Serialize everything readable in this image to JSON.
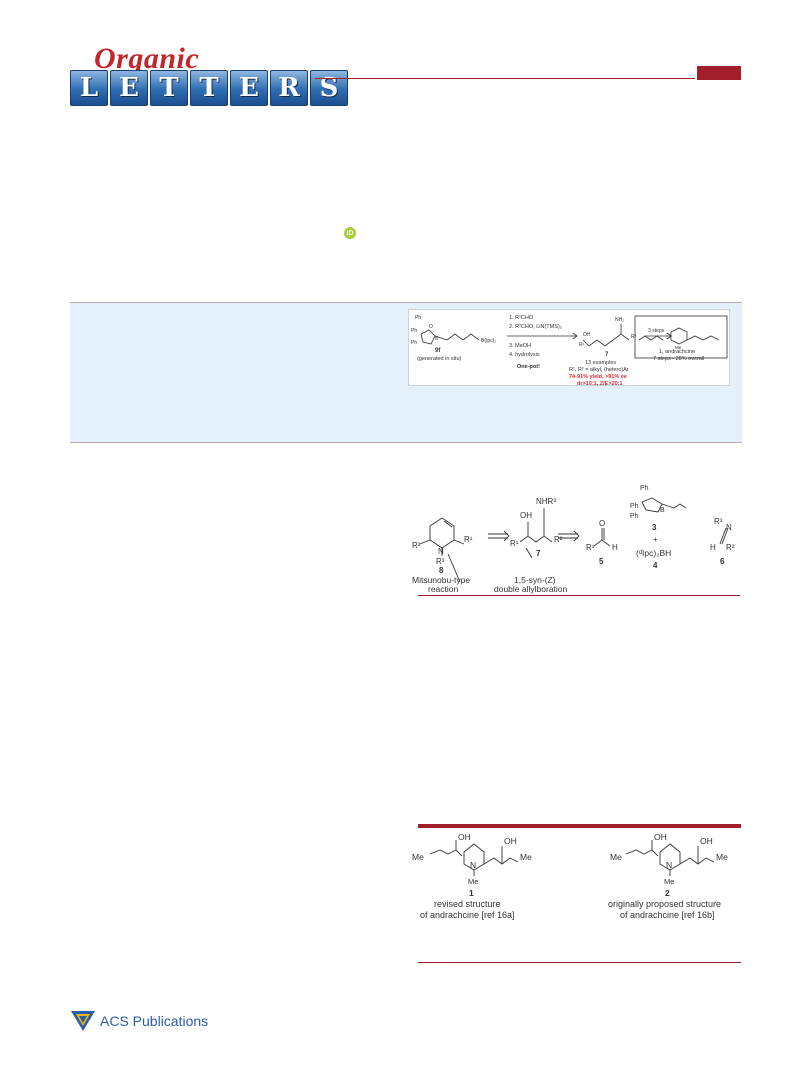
{
  "masthead": {
    "organic": "Organic",
    "letters": [
      "L",
      "E",
      "T",
      "T",
      "E",
      "R",
      "S"
    ]
  },
  "orcid_icon": "iD",
  "toc_graphic": {
    "reagent_label": "9f",
    "reagent_caption": "(generated in situ)",
    "substituent_ph": "Ph",
    "substituent_bipc": "B(Ipc)₂",
    "atom_b": "B",
    "atom_o": "O",
    "conditions": [
      "1. R¹CHO",
      "2. R²CHO, LiN(TMS)₂",
      "3. MeOH",
      "4. hydrolysis"
    ],
    "one_pot": "One-pot!",
    "product_oh": "OH",
    "product_nh2": "NH₂",
    "product_r1": "R¹",
    "product_r2": "R²",
    "product_label": "7",
    "examples": "13 examples",
    "scope": "R¹, R² = alkyl, (hetero)Ar",
    "yield": "74-91% yield, >91% ee",
    "selectivity": "dr>10:1, Z/E>20:1",
    "arrow_label": "3 steps",
    "natural_product_label": "1, andrachcine",
    "natural_product_stats": "7 steps - 28% overall",
    "me": "Me"
  },
  "scheme1": {
    "labels": {
      "c8": "8",
      "c7": "7",
      "c5": "5",
      "c3": "3",
      "c4": "4",
      "c6": "6"
    },
    "atoms": {
      "r1": "R¹",
      "r2": "R²",
      "r3": "R³",
      "n": "N",
      "oh": "OH",
      "nhr3": "NHR³",
      "o": "O",
      "h": "H",
      "ph": "Ph",
      "b": "B",
      "ipc_bh": "(ᵈIpc)₂BH",
      "plus": "+"
    },
    "caption_8": [
      "Mitsunobu-type",
      "reaction"
    ],
    "caption_7": [
      "1,5-syn-(Z)",
      "double allylboration"
    ]
  },
  "figure1": {
    "structure_1": {
      "label": "1",
      "caption": [
        "revised structure",
        "of andrachcine [ref 16a]"
      ],
      "left_group": "Me",
      "right_group": "Me",
      "n_me": "Me",
      "oh": "OH",
      "n": "N"
    },
    "structure_2": {
      "label": "2",
      "caption": [
        "originally proposed structure",
        "of andrachcine [ref 16b]"
      ],
      "left_group": "Me",
      "right_group": "Me",
      "n_me": "Me",
      "oh": "OH",
      "n": "N"
    }
  },
  "footer": {
    "publisher": "ACS Publications"
  },
  "colors": {
    "brand_red": "#a01f2a",
    "band_blue": "#e4f0fb",
    "highlight_red": "#e0282e",
    "acs_blue": "#2a5ea8"
  }
}
